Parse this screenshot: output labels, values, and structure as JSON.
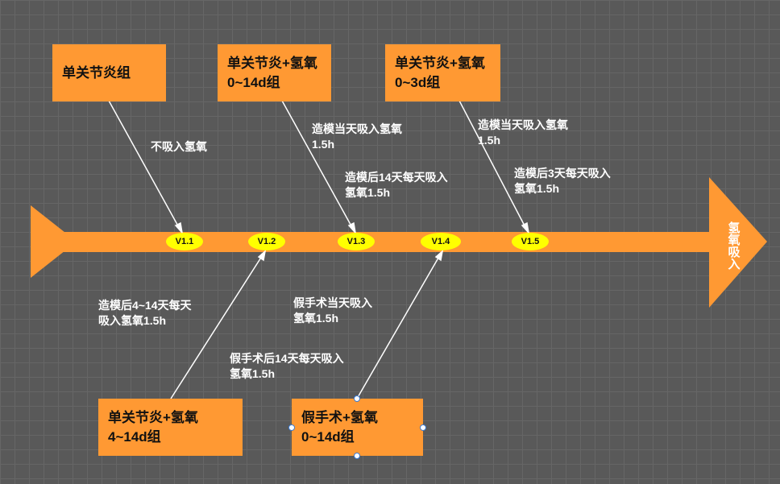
{
  "colors": {
    "box": "#ff9933",
    "arrow": "#ff9933",
    "version": "#ffff00",
    "background": "#595959"
  },
  "arrow_label": "氢氧吸入",
  "versions": [
    "V1.1",
    "V1.2",
    "V1.3",
    "V1.4",
    "V1.5"
  ],
  "groups": [
    "单关节炎组",
    "单关节炎+氢氧\n0~14d组",
    "单关节炎+氢氧\n0~3d组",
    "单关节炎+氢氧\n4~14d组",
    "假手术+氢氧\n0~14d组"
  ],
  "labels": [
    "不吸入氢氧",
    "造模当天吸入氢氧\n1.5h",
    "造模后14天每天吸入\n氢氧1.5h",
    "造模当天吸入氢氧\n1.5h",
    "造模后3天每天吸入\n氢氧1.5h",
    "造模后4~14天每天\n吸入氢氧1.5h",
    "假手术当天吸入\n氢氧1.5h",
    "假手术后14天每天吸入\n氢氧1.5h"
  ]
}
